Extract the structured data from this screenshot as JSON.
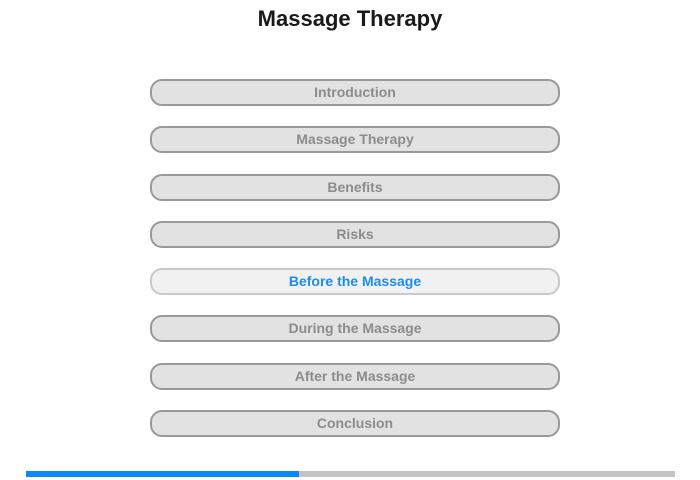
{
  "page": {
    "title": "Massage Therapy"
  },
  "menu": {
    "items": [
      {
        "label": "Introduction",
        "selected": false
      },
      {
        "label": "Massage Therapy",
        "selected": false
      },
      {
        "label": "Benefits",
        "selected": false
      },
      {
        "label": "Risks",
        "selected": false
      },
      {
        "label": "Before the Massage",
        "selected": true
      },
      {
        "label": "During the Massage",
        "selected": false
      },
      {
        "label": "After the Massage",
        "selected": false
      },
      {
        "label": "Conclusion",
        "selected": false
      }
    ]
  },
  "progress": {
    "percent": 42
  },
  "colors": {
    "button_background": "#e2e2e2",
    "button_border": "#999999",
    "button_text": "#8c8c8c",
    "selected_button_background": "#f1f1f1",
    "selected_button_border": "#c9c9c9",
    "selected_button_text": "#1e8ced",
    "progress_fill": "#0d87f5",
    "progress_track": "#c3c3c3",
    "title_text": "#1a1a1a"
  }
}
